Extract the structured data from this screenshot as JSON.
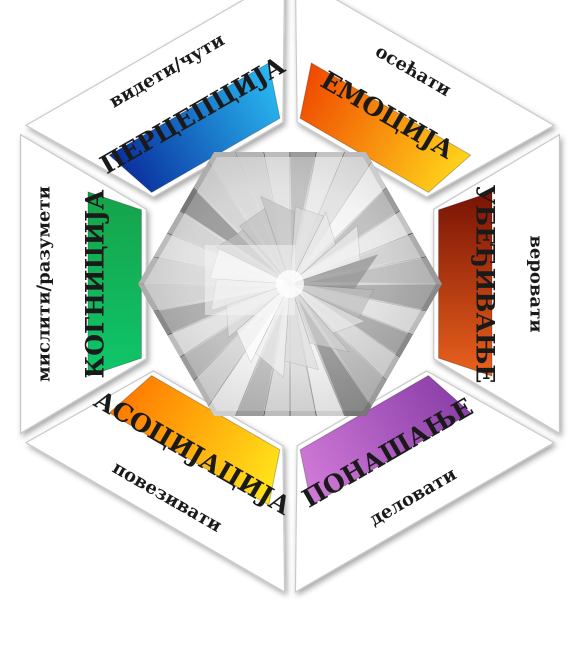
{
  "segments": [
    {
      "id": "perception",
      "label": "ПЕРЦЕПЦИЈА",
      "verb": "видети/чути",
      "color_from": "#0a2f9e",
      "color_to": "#29b8f0"
    },
    {
      "id": "emotion",
      "label": "ЕМОЦИЈА",
      "verb": "осећати",
      "color_from": "#f04a00",
      "color_to": "#ffd21a"
    },
    {
      "id": "belief",
      "label": "УБЕЂИВАЊЕ",
      "verb": "веровати",
      "color_from": "#7a1405",
      "color_to": "#e8601c"
    },
    {
      "id": "behavior",
      "label": "ПОНАШАЊЕ",
      "verb": "деловати",
      "color_from": "#8b3fa8",
      "color_to": "#d07ad8"
    },
    {
      "id": "association",
      "label": "АСОЦИЈАЦИЈА",
      "verb": "повезивати",
      "color_from": "#ffe51a",
      "color_to": "#ff7a00"
    },
    {
      "id": "cognition",
      "label": "КОГНИЦИЈА",
      "verb": "мислити/разумети",
      "color_from": "#0fc56a",
      "color_to": "#16a34a"
    }
  ]
}
